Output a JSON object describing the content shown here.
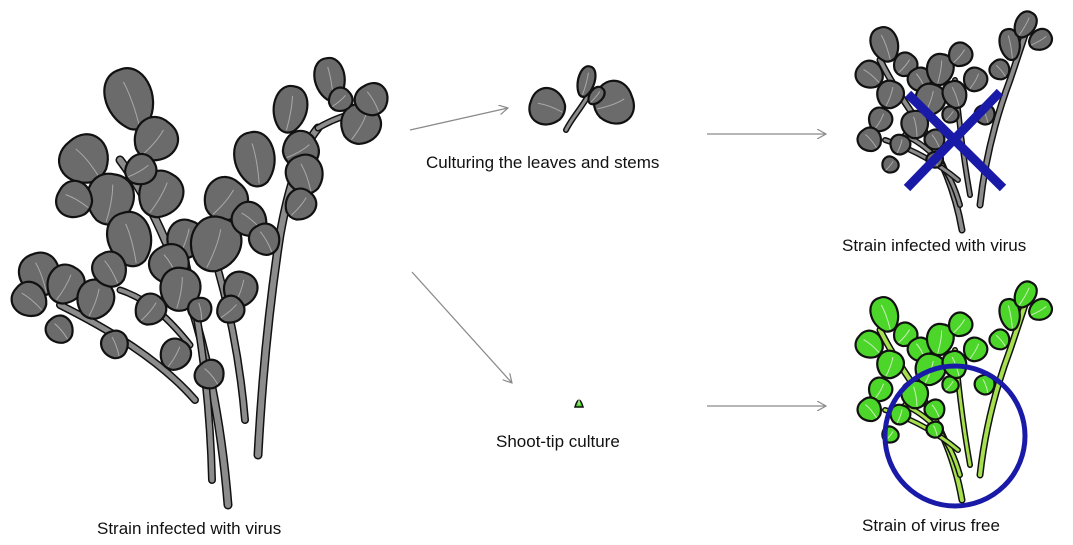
{
  "labels": {
    "source_plant": "Strain infected with virus",
    "leaf_stem_culture": "Culturing the leaves and stems",
    "shoot_tip_culture": "Shoot-tip culture",
    "result_infected": "Strain infected with virus",
    "result_virus_free": "Strain of virus free"
  },
  "colors": {
    "infected_leaf": "#6b6b6b",
    "infected_stem": "#8c8c8c",
    "healthy_leaf": "#4cd62a",
    "healthy_stem": "#a6e04e",
    "outline": "#111111",
    "arrow": "#8a8a8a",
    "mark": "#1a1aa8"
  }
}
